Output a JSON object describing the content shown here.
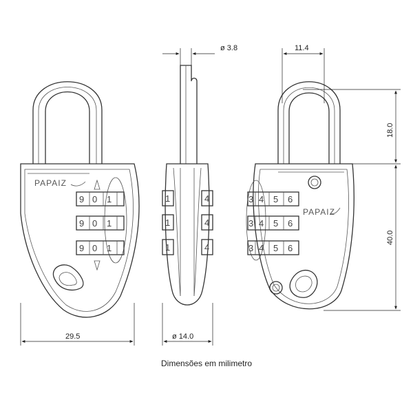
{
  "caption": "Dimensões em milimetro",
  "brand": "PAPAIZ",
  "dimensions": {
    "width": "29.5",
    "shackle_diameter": "ø 3.8",
    "body_thickness": "ø 14.0",
    "shackle_spacing": "11.4",
    "shackle_height": "18.0",
    "body_height": "40.0"
  },
  "front_dials": [
    [
      "9",
      "0",
      "1"
    ],
    [
      "9",
      "0",
      "1"
    ],
    [
      "9",
      "0",
      "1"
    ]
  ],
  "side_digits": [
    "1",
    "4"
  ],
  "back_dials": [
    [
      "3",
      "4",
      "5",
      "6"
    ],
    [
      "3",
      "4",
      "5",
      "6"
    ],
    [
      "3",
      "4",
      "5",
      "6"
    ]
  ]
}
